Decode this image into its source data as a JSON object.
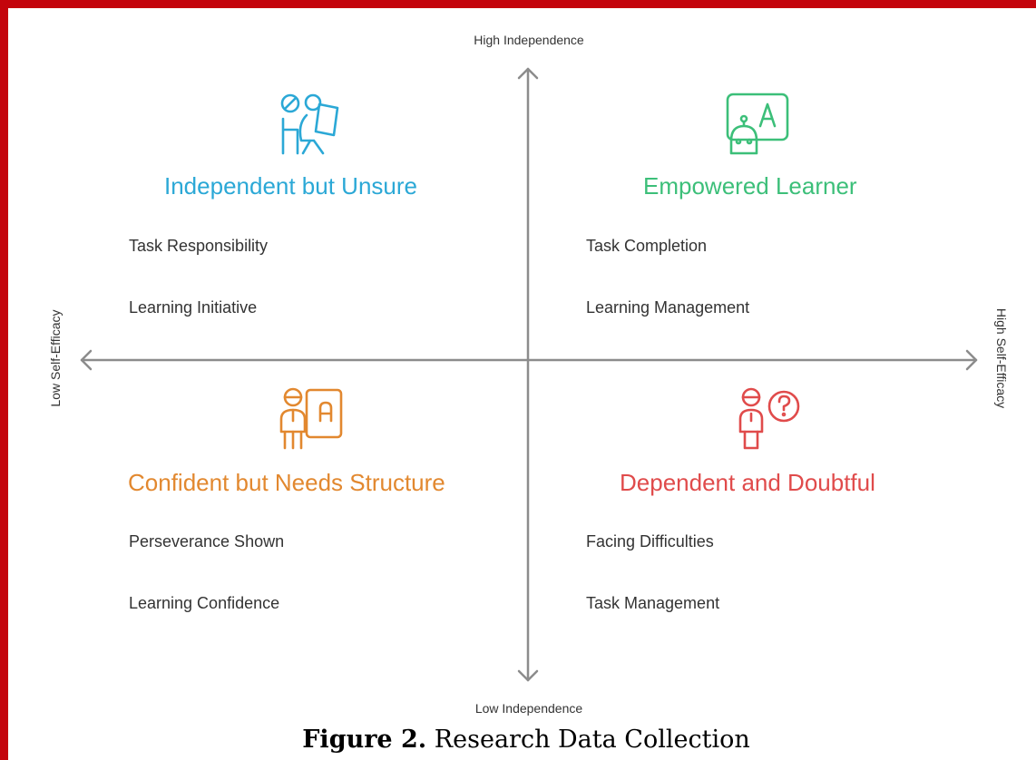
{
  "axes": {
    "top": "High Independence",
    "bottom": "Low Independence",
    "left": "Low Self-Efficacy",
    "right": "High Self-Efficacy"
  },
  "quadrants": [
    {
      "title": "Independent but Unsure",
      "color": "#2ba8d6",
      "icon": "student-reading-icon",
      "items": [
        "Task Responsibility",
        "Learning Initiative"
      ]
    },
    {
      "title": "Empowered Learner",
      "color": "#3cbf79",
      "icon": "robot-letter-a-icon",
      "items": [
        "Task Completion",
        "Learning Management"
      ]
    },
    {
      "title": "Confident but Needs Structure",
      "color": "#e2882f",
      "icon": "teacher-board-icon",
      "items": [
        "Perseverance Shown",
        "Learning Confidence"
      ]
    },
    {
      "title": "Dependent and Doubtful",
      "color": "#e04b4b",
      "icon": "person-question-icon",
      "items": [
        "Facing Difficulties",
        "Task Management"
      ]
    }
  ],
  "caption": {
    "label": "Figure 2.",
    "text": "Research Data Collection"
  }
}
